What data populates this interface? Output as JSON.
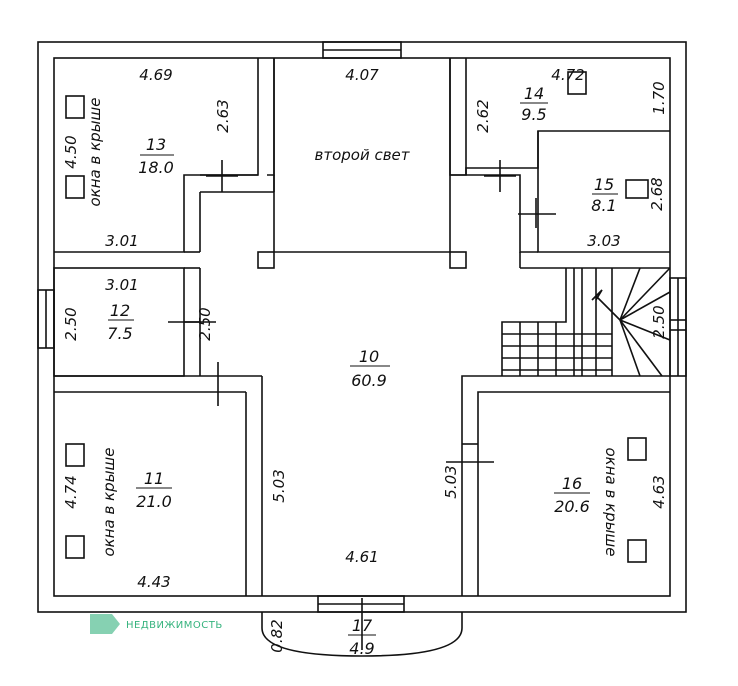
{
  "rooms": [
    {
      "number": "13",
      "area": "18.0"
    },
    {
      "number": "14",
      "area": "9.5"
    },
    {
      "number": "15",
      "area": "8.1"
    },
    {
      "number": "12",
      "area": "7.5"
    },
    {
      "number": "10",
      "area": "60.9"
    },
    {
      "number": "11",
      "area": "21.0"
    },
    {
      "number": "16",
      "area": "20.6"
    },
    {
      "number": "17",
      "area": "4.9"
    }
  ],
  "labels": {
    "second_light": "второй свет",
    "roof_windows": "окна в крыше"
  },
  "dimensions": [
    "4.69",
    "2.63",
    "4.50",
    "3.01",
    "4.07",
    "4.72",
    "1.70",
    "2.62",
    "2.68",
    "3.03",
    "3.01",
    "2.50",
    "2.50",
    "2.50",
    "4.74",
    "4.43",
    "5.03",
    "5.03",
    "4.61",
    "4.63",
    "0.82"
  ],
  "watermark": {
    "text": "НЕДВИЖИМОСТЬ",
    "color": "#36b37e"
  }
}
